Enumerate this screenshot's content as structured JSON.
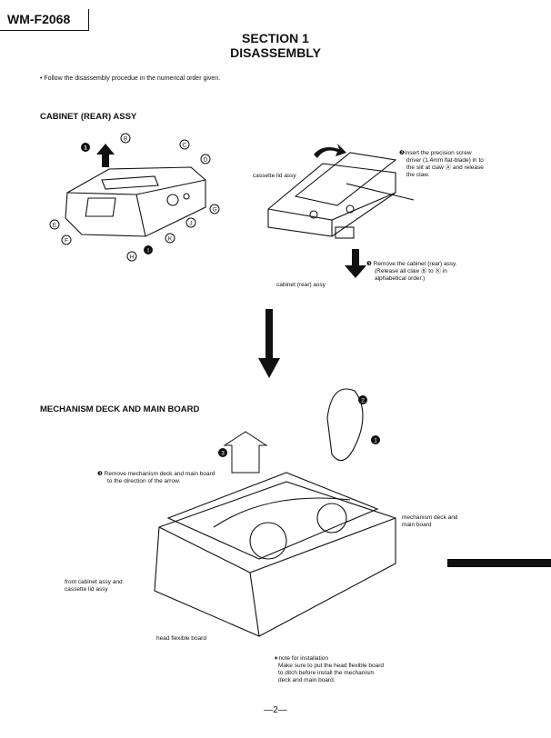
{
  "header": {
    "model": "WM-F2068"
  },
  "title": {
    "section": "SECTION 1",
    "name": "DISASSEMBLY"
  },
  "intro": "• Follow the disassembly procedue in the numerical order given.",
  "cabinet": {
    "heading": "CABINET (REAR) ASSY",
    "cassette_lid_label": "cassette lid assy",
    "cabinet_rear_label": "cabinet (rear) assy",
    "step2": [
      "❷Insert  the  precision  screw",
      "driver (1.4mm flat-blade) in to",
      "the slit at claw Ⓐ and release",
      "the claw."
    ],
    "step3": [
      "❸ Remove the cabinet (rear) assy.",
      "(Release all claw Ⓑ to Ⓚ in",
      "alphabetical order.)"
    ],
    "claws": [
      "B",
      "C",
      "D",
      "E",
      "F",
      "G",
      "H",
      "I",
      "J",
      "K"
    ]
  },
  "mechanism": {
    "heading": "MECHANISM DECK AND MAIN BOARD",
    "step3": [
      "❸ Remove mechanism deck and main board",
      "to the direction of the arrow."
    ],
    "deck_label": [
      "mechanism deck and",
      "main board"
    ],
    "front_label": [
      "front cabinet assy and",
      "cassette lid assy"
    ],
    "flex_label": "head flexible board",
    "install_note": [
      "∗note for installation",
      "Make sure to put the head flexible board",
      "to ditch before install the mechanism",
      "deck and main board."
    ]
  },
  "footer": {
    "page": "—2—"
  }
}
